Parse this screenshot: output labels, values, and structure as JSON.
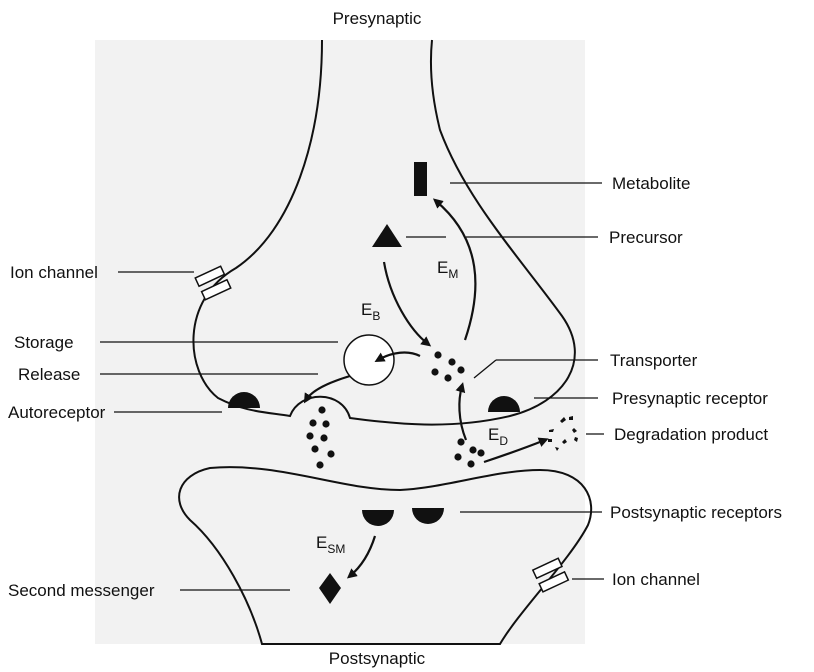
{
  "diagram": {
    "top_title": "Presynaptic",
    "bottom_title": "Postsynaptic",
    "labels": {
      "metabolite": "Metabolite",
      "precursor": "Precursor",
      "ion_channel_pre": "Ion channel",
      "storage": "Storage",
      "release": "Release",
      "autoreceptor": "Autoreceptor",
      "transporter": "Transporter",
      "presynaptic_receptor": "Presynaptic receptor",
      "degradation_product": "Degradation product",
      "postsynaptic_receptors": "Postsynaptic receptors",
      "second_messenger": "Second messenger",
      "ion_channel_post": "Ion channel"
    },
    "enzymes": {
      "em": {
        "main": "E",
        "sub": "M"
      },
      "eb": {
        "main": "E",
        "sub": "B"
      },
      "ed": {
        "main": "E",
        "sub": "D"
      },
      "esm": {
        "main": "E",
        "sub": "SM"
      }
    }
  },
  "colors": {
    "background": "#f2f2f2",
    "ink": "#111111",
    "cell": "#ffffff"
  }
}
